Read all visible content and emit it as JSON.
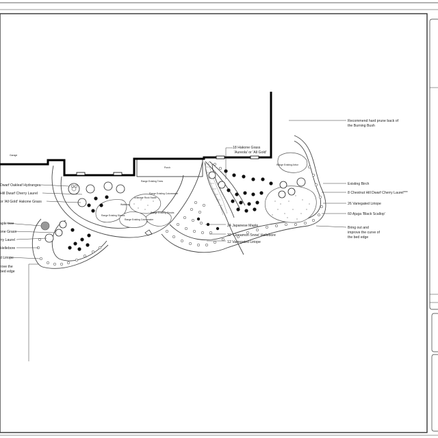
{
  "plan": {
    "building_labels": {
      "garage": "Garage",
      "porch": "Porch"
    },
    "interior_labels": [
      {
        "id": "range-juniper-trees",
        "text": "Range Existing Trees"
      },
      {
        "id": "range-existing-cotoneaster",
        "text": "Range Existing Cotoneaster"
      },
      {
        "id": "range-existing-shrubs-a",
        "text": "Range Existing Shrubs"
      },
      {
        "id": "range-existing-shrubs-b",
        "text": "Range Existing Shrubs"
      },
      {
        "id": "range-existing-cotoneaster-b",
        "text": "Range Existing Cotoneaster"
      },
      {
        "id": "walkway",
        "text": "Walkway"
      },
      {
        "id": "drainage",
        "text": "Drainage Rock Swale"
      },
      {
        "id": "range-existing-arbor",
        "text": "Range Existing Arbor"
      }
    ],
    "callouts_left": [
      "Dwarf Oakleaf Hydrangea",
      "Hill Dwarf Cherry Laurel",
      "or 'All Gold' Hakone Grass",
      "aple tree",
      "one Grass",
      "rry Laurel",
      "Hellebore",
      "d Liriope",
      "rove the",
      "bed edge"
    ],
    "callouts_center": [
      "18 Hakone Grass",
      "'Aureola' or 'All Gold'",
      "24 Japanese Maple",
      "32 'Cinnamon Snow' Hellebore",
      "12 Variegated Liriope"
    ],
    "callouts_right": [
      "Recommend hard prune back of",
      "the Burning Bush",
      "Existing Birch",
      "8 Chestnut Hill Dwarf Cherry Laurel***",
      "26 Variegated Liriope",
      "60 Ajuga 'Black Scallop'",
      "Bring out and",
      "improve the curve of",
      "the bed edge"
    ]
  }
}
